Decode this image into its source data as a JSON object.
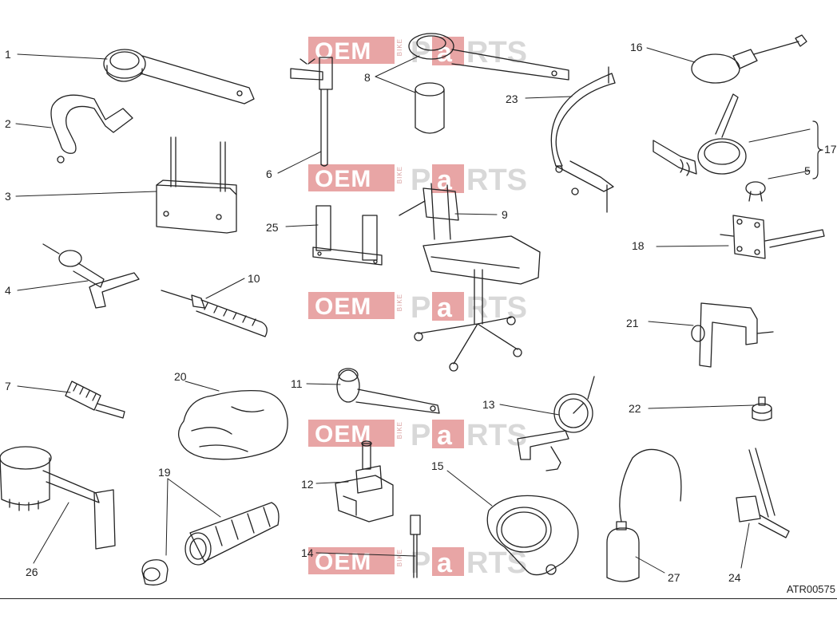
{
  "callouts": [
    {
      "id": "c1",
      "text": "1"
    },
    {
      "id": "c2",
      "text": "2"
    },
    {
      "id": "c3",
      "text": "3"
    },
    {
      "id": "c4",
      "text": "4"
    },
    {
      "id": "c5",
      "text": "5"
    },
    {
      "id": "c6",
      "text": "6"
    },
    {
      "id": "c7",
      "text": "7"
    },
    {
      "id": "c8",
      "text": "8"
    },
    {
      "id": "c9",
      "text": "9"
    },
    {
      "id": "c10",
      "text": "10"
    },
    {
      "id": "c11",
      "text": "11"
    },
    {
      "id": "c12",
      "text": "12"
    },
    {
      "id": "c13",
      "text": "13"
    },
    {
      "id": "c14",
      "text": "14"
    },
    {
      "id": "c15",
      "text": "15"
    },
    {
      "id": "c16",
      "text": "16"
    },
    {
      "id": "c17",
      "text": "17"
    },
    {
      "id": "c18",
      "text": "18"
    },
    {
      "id": "c19",
      "text": "19"
    },
    {
      "id": "c20",
      "text": "20"
    },
    {
      "id": "c21",
      "text": "21"
    },
    {
      "id": "c22",
      "text": "22"
    },
    {
      "id": "c23",
      "text": "23"
    },
    {
      "id": "c24",
      "text": "24"
    },
    {
      "id": "c25",
      "text": "25"
    },
    {
      "id": "c26",
      "text": "26"
    },
    {
      "id": "c27",
      "text": "27"
    }
  ],
  "doc_ref": "ATR00575",
  "watermark": {
    "oem": "OEM",
    "bike": "BIKE",
    "parts_a": "a",
    "parts_pre": "P",
    "parts_post": "RTS"
  },
  "colors": {
    "ink": "#222222",
    "watermark_red": "#e8a5a5",
    "watermark_grey": "#d8d8d8"
  }
}
